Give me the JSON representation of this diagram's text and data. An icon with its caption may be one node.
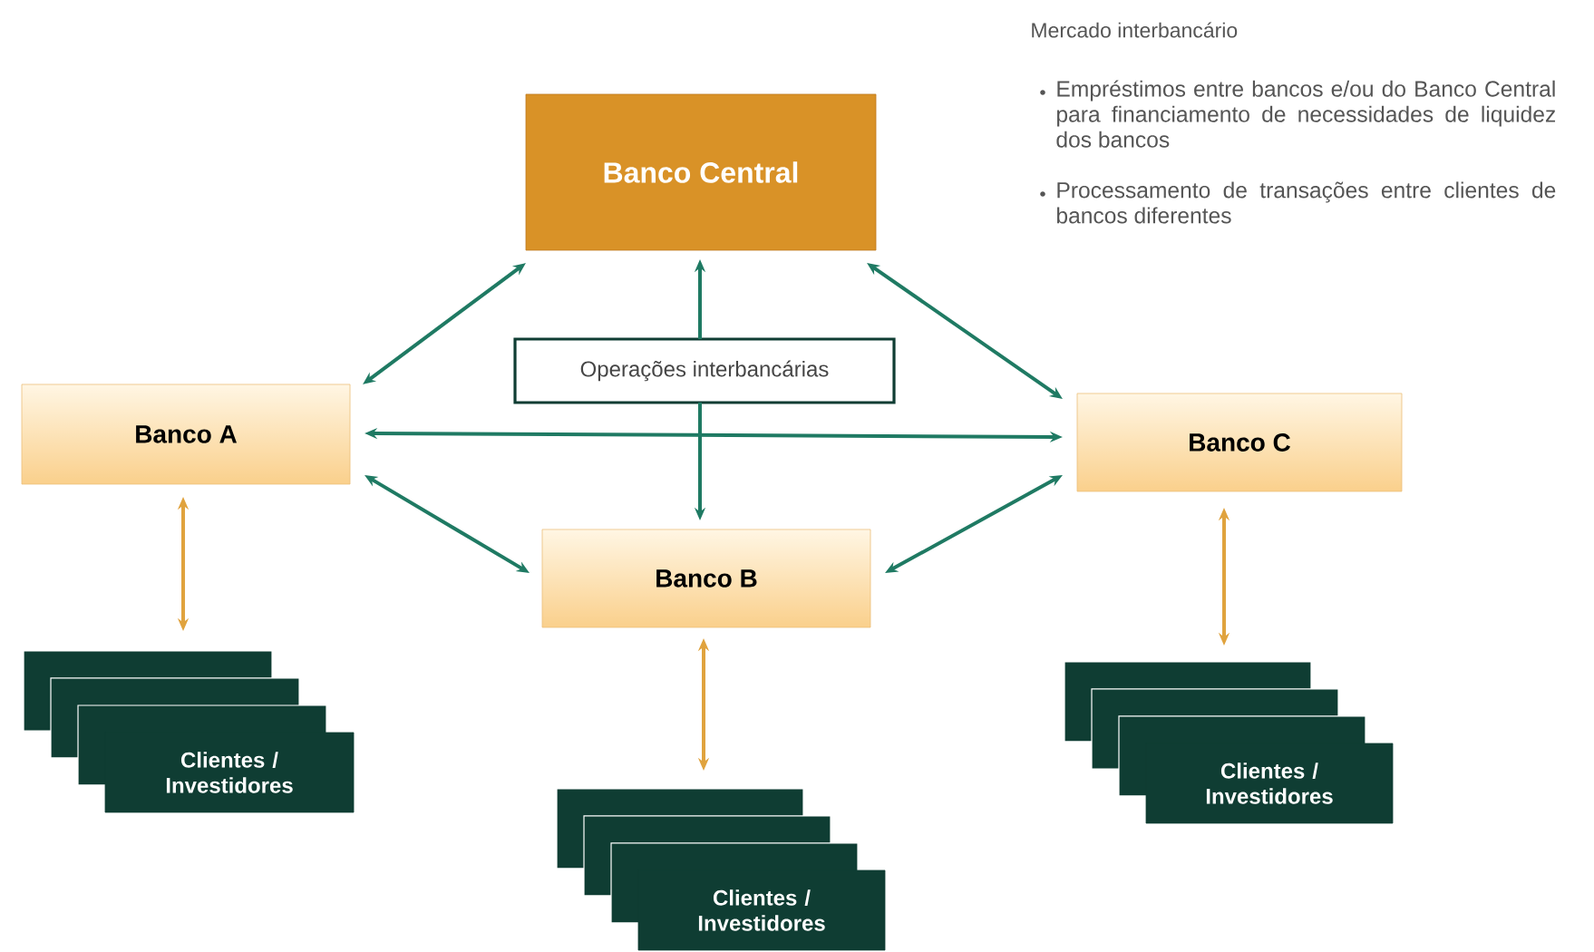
{
  "diagram": {
    "nodes": [
      {
        "text": [
          "Banco Central"
        ]
      },
      {
        "text": [
          "Operações interbancárias"
        ]
      },
      {
        "text": [
          "Banco A"
        ]
      },
      {
        "text": [
          "Banco B"
        ]
      },
      {
        "text": [
          "Banco C"
        ]
      },
      {
        "text": [
          "Clientes / Investidores"
        ]
      },
      {
        "text": [
          "Clientes / Investidores"
        ]
      },
      {
        "text": [
          "Clientes / Investidores"
        ]
      }
    ],
    "edges": [
      {
        "from": 0,
        "to": 2,
        "arrow": "both"
      },
      {
        "from": 0,
        "to": 4,
        "arrow": "both"
      },
      {
        "from": 1,
        "to": 0,
        "arrow": "to"
      },
      {
        "from": 1,
        "to": 3,
        "arrow": "to"
      },
      {
        "from": 2,
        "to": 4,
        "arrow": "both"
      },
      {
        "from": 2,
        "to": 3,
        "arrow": "both"
      },
      {
        "from": 4,
        "to": 3,
        "arrow": "both"
      },
      {
        "from": 2,
        "to": 5,
        "arrow": "both",
        "color": "#e0a33e"
      },
      {
        "from": 3,
        "to": 6,
        "arrow": "both",
        "color": "#e0a33e"
      },
      {
        "from": 4,
        "to": 7,
        "arrow": "both",
        "color": "#e0a33e"
      }
    ],
    "labels": [
      "Mercado interbancário",
      "Empréstimos entre bancos e/ou do Banco Central para financiamento de necessidades de liquidez dos bancos",
      "Processamento de transações entre clientes de bancos diferentes"
    ]
  }
}
